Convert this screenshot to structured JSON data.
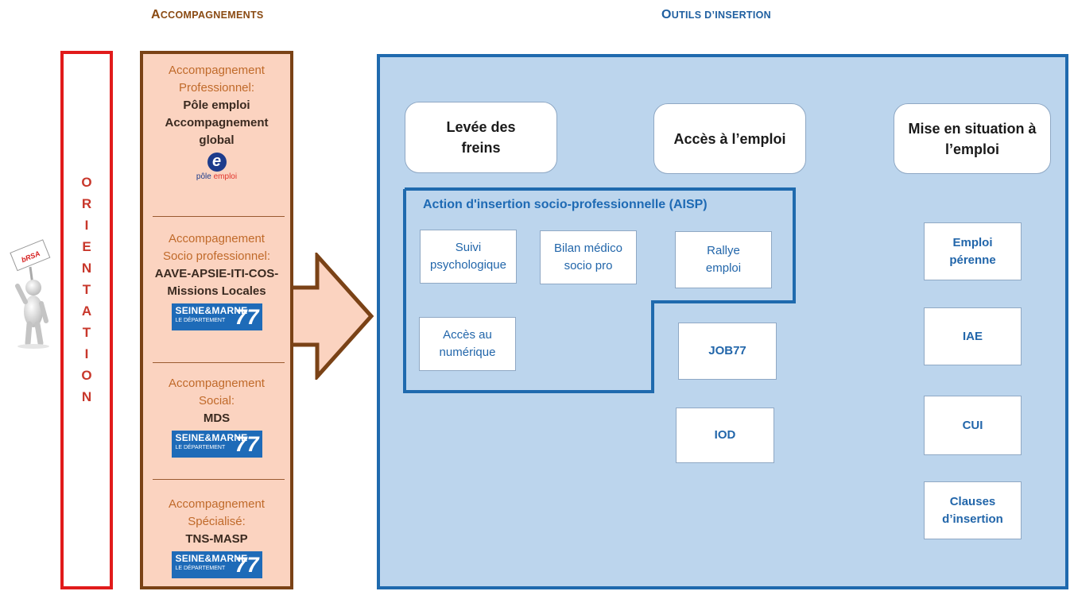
{
  "headers": {
    "accompagnements": {
      "initial": "A",
      "rest": "CCOMPAGNEMENTS"
    },
    "outils": {
      "initial": "O",
      "rest": "UTILS D’INSERTION"
    }
  },
  "figure": {
    "sign_text": "bRSA"
  },
  "orientation": [
    "O",
    "R",
    "I",
    "E",
    "N",
    "T",
    "A",
    "T",
    "I",
    "O",
    "N"
  ],
  "accompagnements": [
    {
      "lines": [
        "Accompagnement",
        "Professionnel:"
      ],
      "bold": [
        "Pôle emploi",
        "Accompagnement",
        "global"
      ],
      "logo": "pole-emploi"
    },
    {
      "lines": [
        "Accompagnement",
        "Socio professionnel:"
      ],
      "bold": [
        "AAVE-APSIE-ITI-COS-",
        "Missions Locales"
      ],
      "logo": "seine-et-marne"
    },
    {
      "lines": [
        "Accompagnement",
        "Social:"
      ],
      "bold": [
        "MDS"
      ],
      "logo": "seine-et-marne"
    },
    {
      "lines": [
        "Accompagnement",
        "Spécialisé:"
      ],
      "bold": [
        "TNS-MASP"
      ],
      "logo": "seine-et-marne"
    }
  ],
  "logos": {
    "pole_emploi": {
      "letter": "e",
      "text_a": "pôle ",
      "text_b": "emploi"
    },
    "seine_et_marne": {
      "line1": "SEINE&MARNE",
      "line2": "LE DÉPARTEMENT",
      "number": "77"
    }
  },
  "columns": {
    "levee": "Levée des freins",
    "acces": "Accès à l’emploi",
    "mise": "Mise en situation à l’emploi"
  },
  "aisp": {
    "title": "Action d'insertion socio-professionnelle (AISP)",
    "items": {
      "suivi": "Suivi psychologique",
      "bilan": "Bilan médico socio pro",
      "rallye": "Rallye emploi",
      "numerique": "Accès au numérique"
    }
  },
  "acces_items": {
    "job77": "JOB77",
    "iod": "IOD"
  },
  "mise_items": {
    "emploi": "Emploi pérenne",
    "iae": "IAE",
    "cui": "CUI",
    "clauses": "Clauses d’insertion"
  },
  "colors": {
    "orientation_border": "#e11b1b",
    "accompagnement_border": "#7a4216",
    "accompagnement_fill": "#fbd3c0",
    "main_border": "#1f6aae",
    "main_fill": "#bcd5ed",
    "blue_text": "#2266aa"
  }
}
